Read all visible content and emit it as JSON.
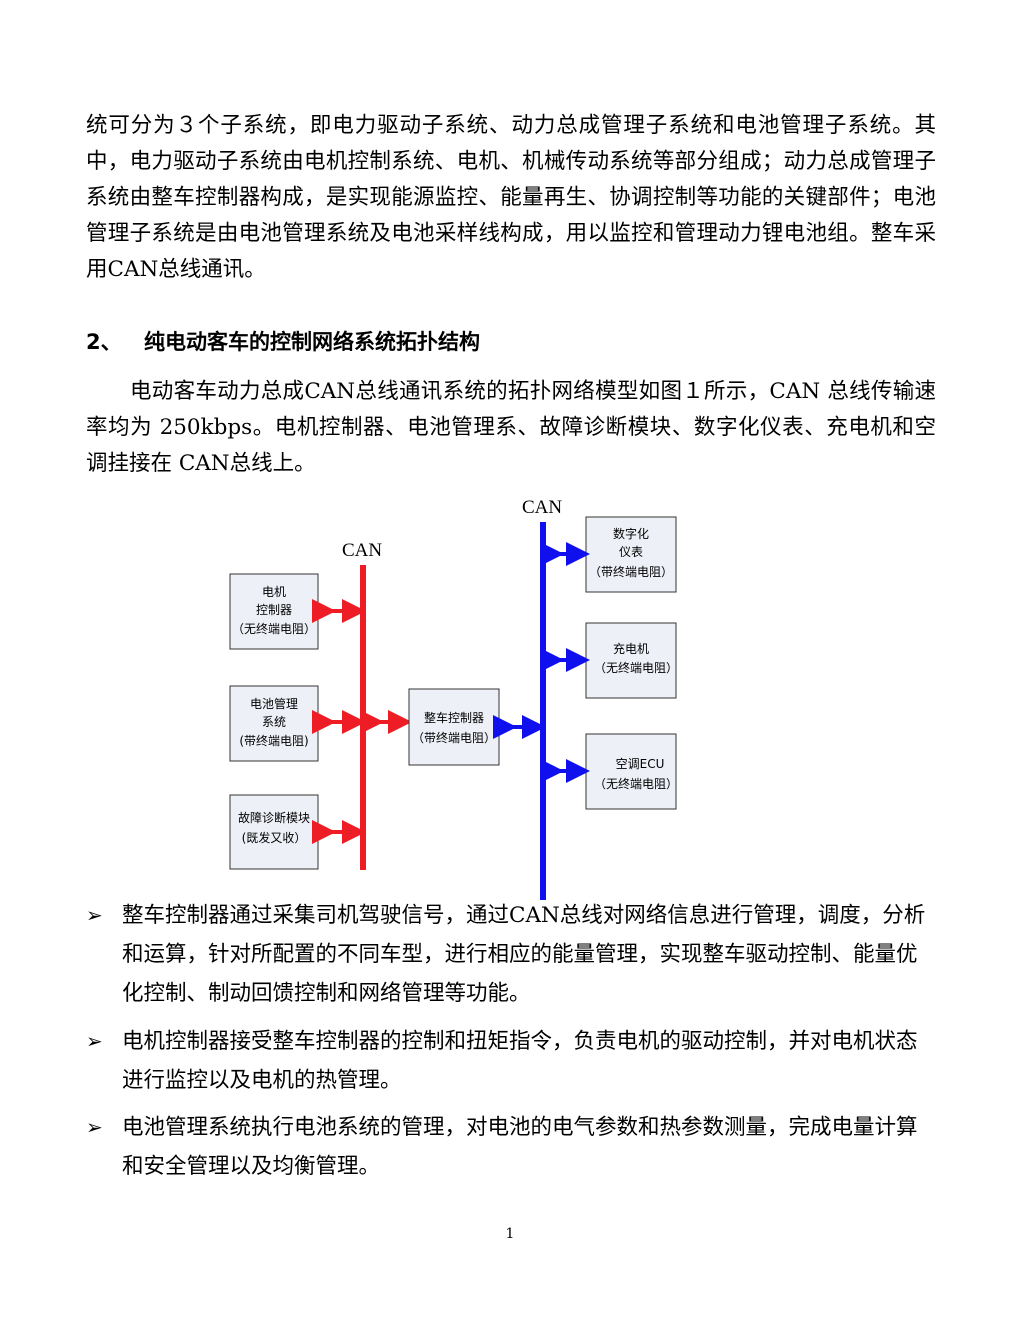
{
  "intro_paragraph": "统可分为３个子系统，即电力驱动子系统、动力总成管理子系统和电池管理子系统。其中，电力驱动子系统由电机控制系统、电机、机械传动系统等部分组成；动力总成管理子系统由整车控制器构成，是实现能源监控、能量再生、协调控制等功能的关键部件；电池管理子系统是由电池管理系统及电池采样线构成，用以监控和管理动力锂电池组。整车采用CAN总线通讯。",
  "section": {
    "number": "2、",
    "title": "纯电动客车的控制网络系统拓扑结构"
  },
  "topology_paragraph": "电动客车动力总成CAN总线通讯系统的拓扑网络模型如图１所示，CAN 总线传输速率均为 250kbps。电机控制器、电池管理系、故障诊断模块、数字化仪表、充电机和空调挂接在 CAN总线上。",
  "diagram": {
    "can_left_label": "CAN",
    "can_right_label": "CAN",
    "colors": {
      "left_bus": "#ee1c24",
      "right_bus": "#1010ee",
      "box_fill": "#eef0f7",
      "box_border": "#333333"
    },
    "left_nodes": [
      {
        "lines": [
          "电机",
          "控制器",
          "（无终端电阻）"
        ]
      },
      {
        "lines": [
          "电池管理",
          "系统",
          "(带终端电阻)"
        ]
      },
      {
        "lines": [
          "故障诊断模块",
          "(既发又收）"
        ]
      }
    ],
    "center_node": {
      "lines": [
        "整车控制器",
        "（带终端电阻）"
      ]
    },
    "right_nodes": [
      {
        "lines": [
          "数字化",
          "仪表",
          "（带终端电阻）"
        ]
      },
      {
        "lines": [
          "充电机",
          "（无终端电阻）"
        ]
      },
      {
        "lines": [
          "空调ECU",
          "（无终端电阻）"
        ]
      }
    ]
  },
  "bullets": [
    "整车控制器通过采集司机驾驶信号，通过CAN总线对网络信息进行管理，调度，分析和运算，针对所配置的不同车型，进行相应的能量管理，实现整车驱动控制、能量优化控制、制动回馈控制和网络管理等功能。",
    "电机控制器接受整车控制器的控制和扭矩指令，负责电机的驱动控制，并对电机状态进行监控以及电机的热管理。",
    "电池管理系统执行电池系统的管理，对电池的电气参数和热参数测量，完成电量计算和安全管理以及均衡管理。"
  ],
  "bullet_mark": "➢",
  "page_number": "1"
}
